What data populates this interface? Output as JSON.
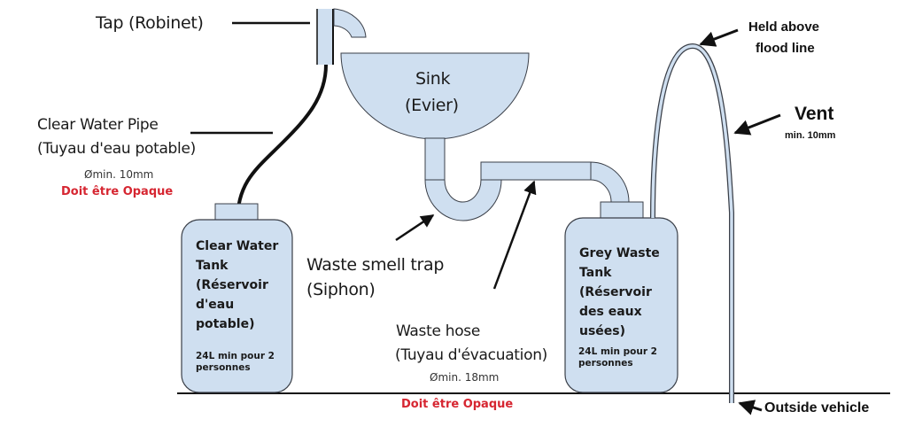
{
  "colors": {
    "fill": "#cfdff0",
    "stroke": "#3a3f48",
    "accent_red": "#d62631",
    "text": "#1a1a1a"
  },
  "tap": {
    "label": "Tap (Robinet)"
  },
  "sink": {
    "line1": "Sink",
    "line2": "(Evier)"
  },
  "clear_pipe": {
    "line1": "Clear Water Pipe",
    "line2": "(Tuyau d'eau potable)",
    "diameter": "Ømin. 10mm",
    "warning": "Doit être Opaque"
  },
  "clear_tank": {
    "lines": [
      "Clear Water",
      "Tank",
      "(Réservoir",
      "d'eau",
      "potable)"
    ],
    "capacity_lines": [
      "24L min pour 2",
      "personnes"
    ]
  },
  "trap": {
    "line1": "Waste smell trap",
    "line2": "(Siphon)"
  },
  "waste_hose": {
    "line1": "Waste hose",
    "line2": "(Tuyau d'évacuation)",
    "diameter": "Ømin. 18mm",
    "warning": "Doit être Opaque"
  },
  "grey_tank": {
    "lines": [
      "Grey Waste",
      "Tank",
      "(Réservoir",
      "des eaux",
      "usées)"
    ],
    "capacity_lines": [
      "24L min pour 2",
      "personnes"
    ]
  },
  "vent": {
    "top_label_line1": "Held above",
    "top_label_line2": "flood line",
    "label": "Vent",
    "size": "min. 10mm",
    "outlet_label": "Outside vehicle"
  }
}
